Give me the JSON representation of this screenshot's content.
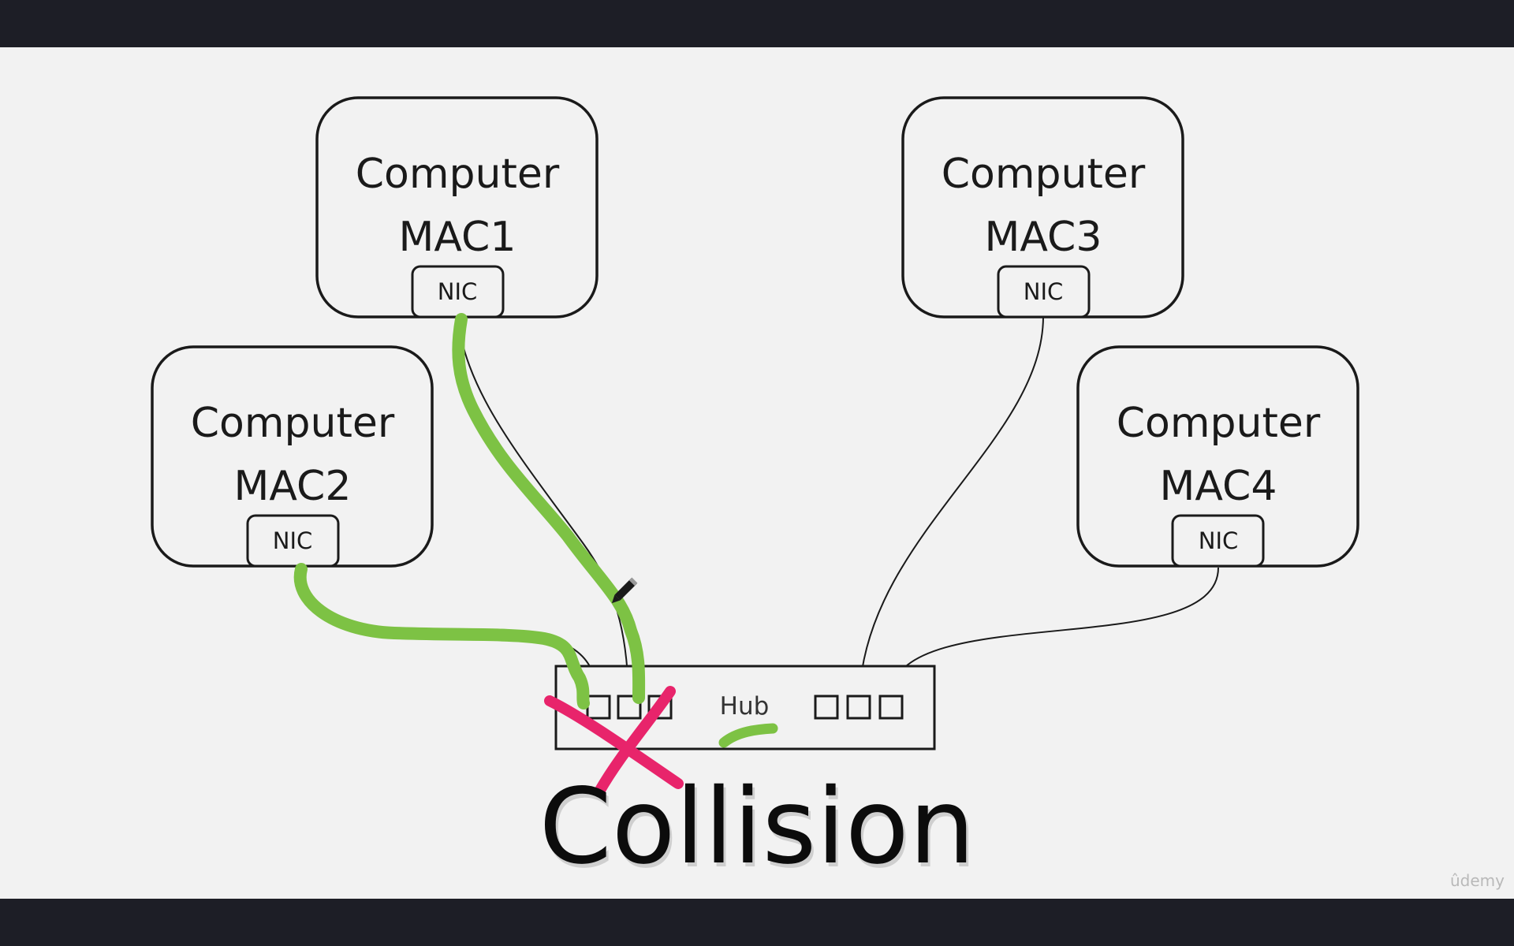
{
  "computers": [
    {
      "title": "Computer",
      "mac": "MAC1",
      "nic": "NIC"
    },
    {
      "title": "Computer",
      "mac": "MAC2",
      "nic": "NIC"
    },
    {
      "title": "Computer",
      "mac": "MAC3",
      "nic": "NIC"
    },
    {
      "title": "Computer",
      "mac": "MAC4",
      "nic": "NIC"
    }
  ],
  "hub": {
    "label": "Hub"
  },
  "caption": "Collision",
  "watermark": "ûdemy",
  "colors": {
    "background": "#f2f2f2",
    "frame": "#1d1e26",
    "highlight_green": "#7dc244",
    "cross_pink": "#e8246b"
  },
  "icons": [
    "pen-cursor-icon"
  ]
}
